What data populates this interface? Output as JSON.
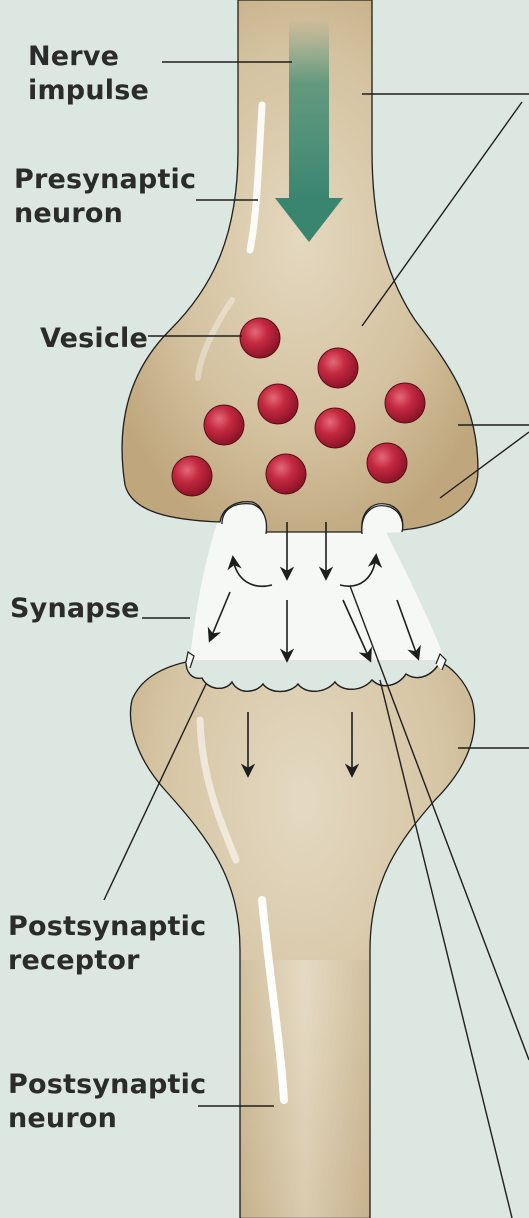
{
  "labels": {
    "nerve_impulse": [
      "Nerve",
      "impulse"
    ],
    "presynaptic_neuron": [
      "Presynaptic",
      "neuron"
    ],
    "vesicle": "Vesicle",
    "synapse": "Synapse",
    "postsynaptic_receptor": [
      "Postsynaptic",
      "receptor"
    ],
    "postsynaptic_neuron": [
      "Postsynaptic",
      "neuron"
    ]
  },
  "colors": {
    "background": "#dde7e1",
    "neuron_fill": "#cdb894",
    "neuron_light": "#e6dcc6",
    "cleft_fill": "#f6f8f6",
    "vesicle": "#b8243a",
    "impulse_arrow": "#3d8a72",
    "outline": "#1e1e1e"
  }
}
